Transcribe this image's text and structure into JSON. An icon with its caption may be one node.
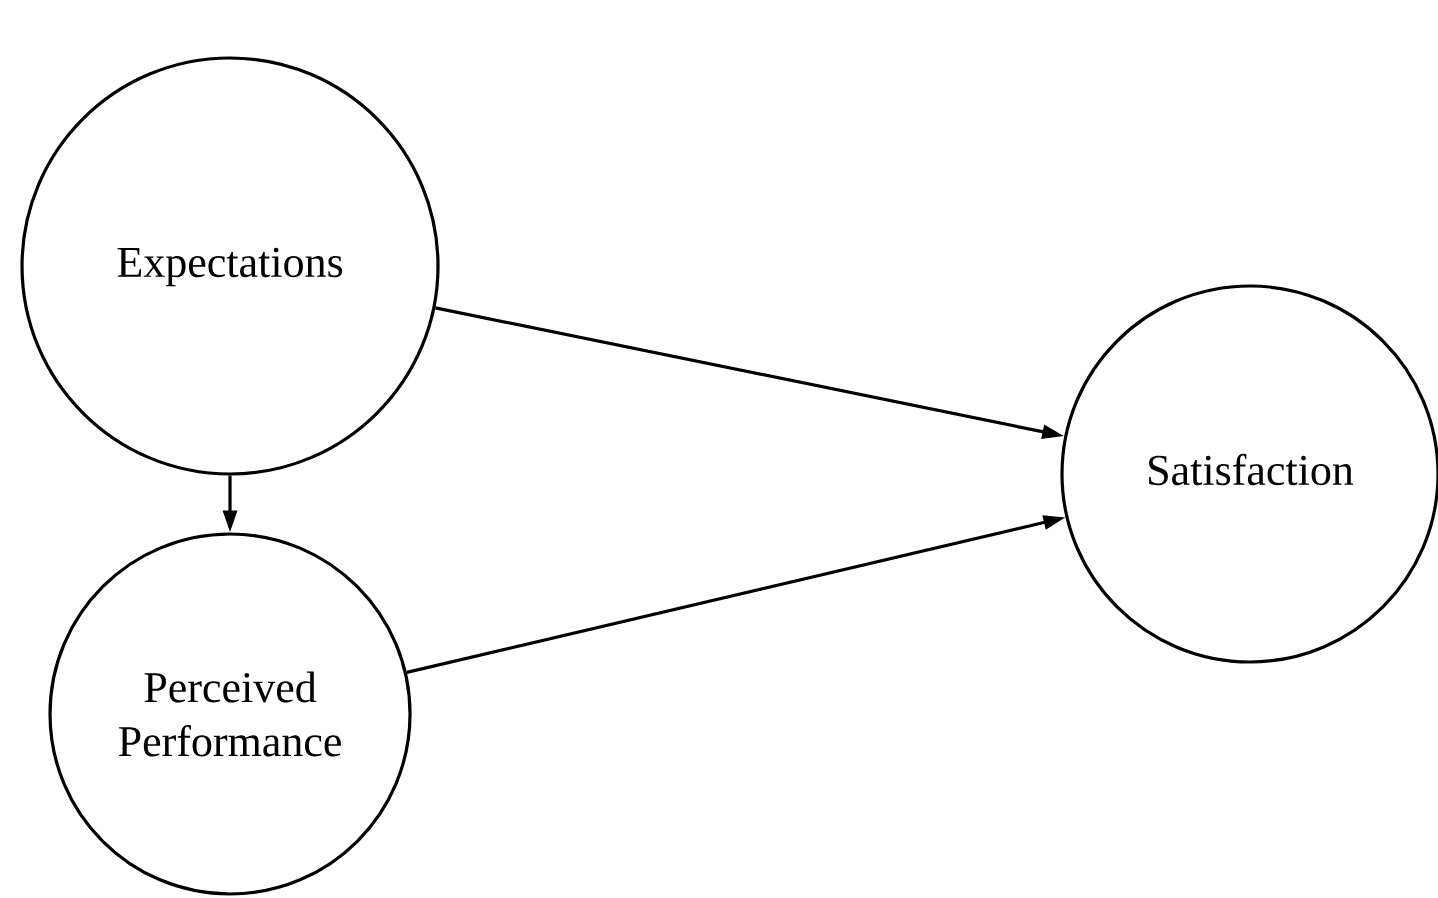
{
  "diagram": {
    "nodes": [
      {
        "text": [
          "Expectations"
        ]
      },
      {
        "text": [
          "Perceived Performance"
        ]
      },
      {
        "text": [
          "Satisfaction"
        ]
      }
    ],
    "edges": [
      {
        "from": 0,
        "to": 2,
        "arrow": "to"
      },
      {
        "from": 0,
        "to": 1,
        "arrow": "to"
      },
      {
        "from": 1,
        "to": 2,
        "arrow": "to"
      }
    ]
  }
}
